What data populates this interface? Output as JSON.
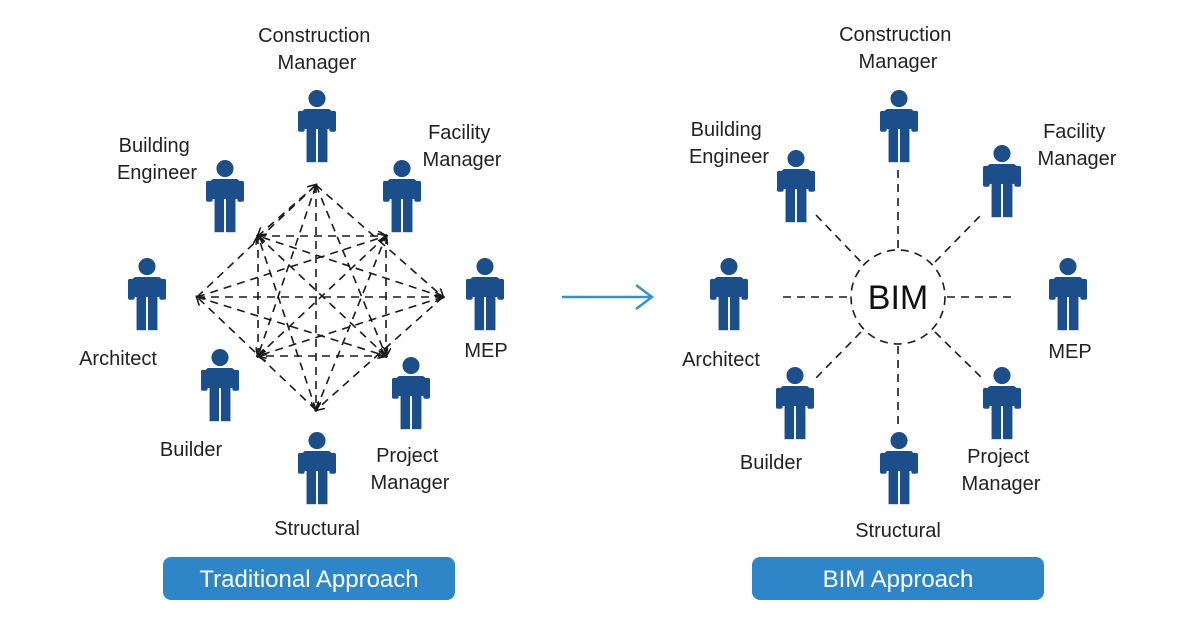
{
  "colors": {
    "person": "#1c4f8a",
    "button": "#2e86c9",
    "arrow": "#3a8fd0",
    "line": "#1a1a1a"
  },
  "icons": {
    "person": "person-icon",
    "transition": "arrow-right-icon"
  },
  "traditional": {
    "button_label": "Traditional Approach",
    "roles": {
      "construction_manager": [
        "Construction",
        "Manager"
      ],
      "building_engineer": [
        "Building",
        "Engineer"
      ],
      "facility_manager": [
        "Facility",
        "Manager"
      ],
      "architect": [
        "Architect"
      ],
      "mep": [
        "MEP"
      ],
      "builder": [
        "Builder"
      ],
      "project_manager": [
        "Project",
        "Manager"
      ],
      "structural": [
        "Structural"
      ]
    }
  },
  "bim": {
    "hub_label": "BIM",
    "button_label": "BIM Approach",
    "roles": {
      "construction_manager": [
        "Construction",
        "Manager"
      ],
      "building_engineer": [
        "Building",
        "Engineer"
      ],
      "facility_manager": [
        "Facility",
        "Manager"
      ],
      "architect": [
        "Architect"
      ],
      "mep": [
        "MEP"
      ],
      "builder": [
        "Builder"
      ],
      "project_manager": [
        "Project",
        "Manager"
      ],
      "structural": [
        "Structural"
      ]
    }
  }
}
